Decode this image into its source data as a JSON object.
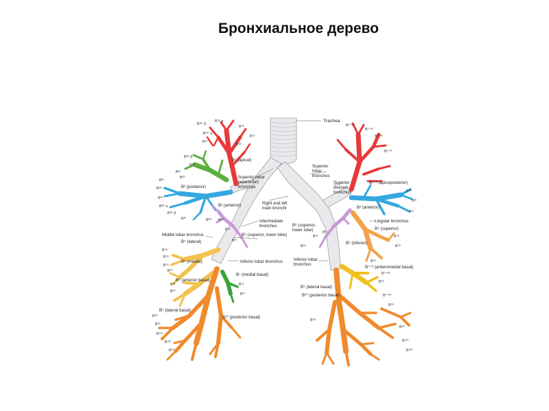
{
  "title": "Бронхиальное дерево",
  "colors": {
    "apical": "#e8393a",
    "posterior": "#5cb040",
    "anterior": "#35a8e0",
    "middle_lobe": "#f3c24f",
    "lingula": "#f3a24a",
    "superior_lower": "#c79ad8",
    "basal": "#f08a2c",
    "medial_basal": "#3aa43a",
    "anteromedial": "#f0c020",
    "trunk": "#e9e9ec"
  },
  "labels": {
    "trachea": "Trachea",
    "right_main": "Right and left\nmain bronchi",
    "superior_lobar_right": "Superior lobar\n(eparterial)\nbronchus",
    "superior_lobar_left": "Superior\nlobar\nbronchus",
    "superior_division": "Superior\ndivision\nbronchus",
    "intermediate": "Intermediate\nbronchus",
    "middle_lobar": "Middle lobar bronchus",
    "inferior_lobar_right": "Inferior lobar bronchus",
    "inferior_lobar_left": "Inferior lobar\nbronchus",
    "lingular": "Lingular bronchus",
    "b1": "B¹ (apical)",
    "b2": "B² (posterior)",
    "b3": "B³ (anterior)",
    "b3_left": "B³ (anterior)",
    "b12_left": "B¹⁺² (apicoposterior)",
    "b4_lateral": "B⁴ (lateral)",
    "b5_medial": "B⁵ (medial)",
    "b4_superior": "B⁴ (superior)",
    "b5_inferior": "B⁵ (inferior)",
    "b6": "B⁶ (superior, lower lobe)",
    "b6_left": "B⁶ (superior,\nlower lobe)",
    "b7": "B⁷ (medial basal)",
    "b78": "B⁷⁺⁸ (anteromedial basal)",
    "b8": "B⁸ (anterior basal)",
    "b9": "B⁹ (lateral basal)",
    "b9_left": "B⁹ (lateral basal)",
    "b10": "B¹⁰ (posterior basal)",
    "b10_left": "B¹⁰ (posterior basal)"
  },
  "small_labels": {
    "right": [
      "B¹ᵇⁱⁱ β",
      "B¹ᵇⁱ α",
      "B¹ᵇⁱⁱ α",
      "B¹ᵃⁱ",
      "B¹ᵇ",
      "B¹ᵃ",
      "B¹ᵇⁱ",
      "B²ᵃⁱ β",
      "B²ᵃⁱ",
      "B²ᵃ",
      "B²ᵇⁱ",
      "B²ᵇ",
      "B³ᵃⁱ",
      "B³ᵃ",
      "B³ᵇⁱ α",
      "B³ᵇⁱ β",
      "B³ᵇ",
      "B³ᵇⁱⁱ",
      "B⁶ᵃ",
      "B⁶ᵇ",
      "B⁶ᶜ",
      "B⁴ᵃ",
      "B⁴ᵇ",
      "B⁵ᵃ",
      "B⁵ᵇ",
      "B⁸ᵃ",
      "B⁸ᵇ",
      "B⁷ᵃ",
      "B⁷ᵇ",
      "B⁹ᵃ",
      "B⁹ᵇ",
      "B¹⁰ᵃ",
      "B¹⁰ᵇ",
      "B¹⁰ᶜ"
    ],
    "left": [
      "B¹⁺²ᵃⁱ",
      "B¹⁺²ᵃ",
      "B¹⁺²ᵇ",
      "B¹⁺²ᶜ",
      "B³ᵃ",
      "B³ᵇ",
      "B³ᶜ",
      "B⁴ᵃ",
      "B⁴ᵇ",
      "B⁵ᵃ",
      "B⁵ᵇ",
      "B⁶ᵃ",
      "B⁶ᵇ",
      "B⁶ᶜ",
      "B⁷⁺⁸ᵃ",
      "B⁷⁺⁸ᵇ",
      "B⁹ᵃ",
      "B⁹ᵇ",
      "B¹⁰ᵃ",
      "B¹⁰ᵇ",
      "B¹⁰ᶜ"
    ]
  }
}
